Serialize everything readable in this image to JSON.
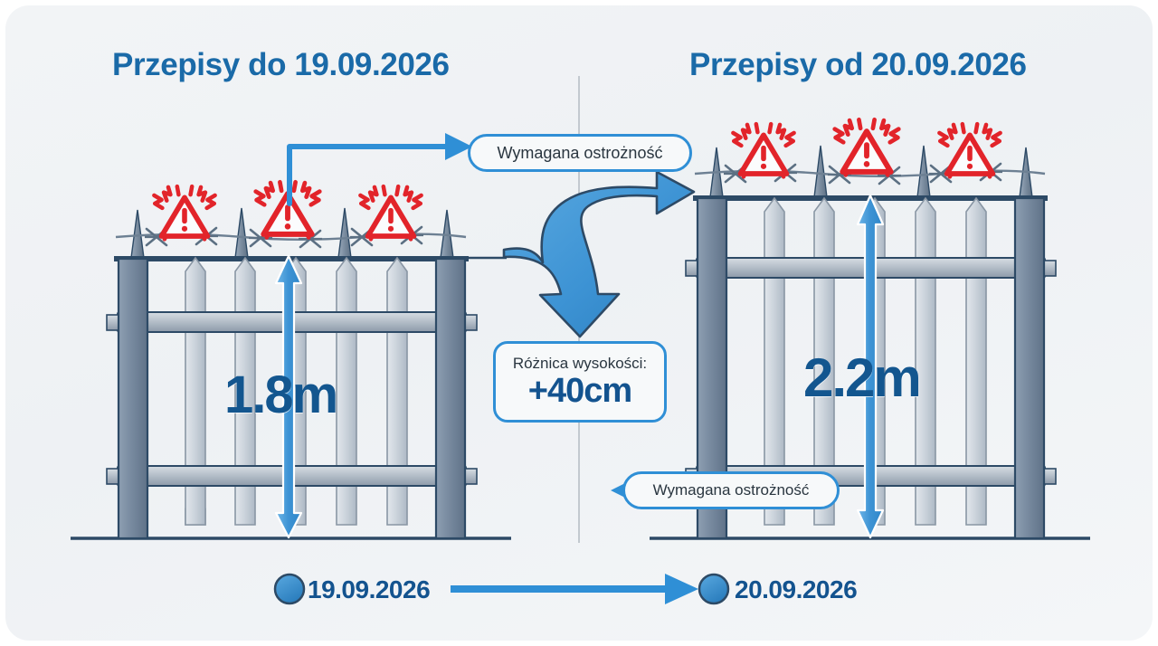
{
  "panels": {
    "left": {
      "title": "Przepisy do 19.09.2026",
      "height_label": "1.8m",
      "warning_icon_count": 3,
      "warning_icon": "warning-triangle-icon"
    },
    "right": {
      "title": "Przepisy od 20.09.2026",
      "height_label": "2.2m",
      "warning_icon_count": 3,
      "warning_icon": "warning-triangle-icon"
    }
  },
  "callouts": {
    "caution_top": "Wymagana ostrożność",
    "caution_right": "Wymagana ostrożność"
  },
  "difference": {
    "label": "Różnica wysokości:",
    "value": "+40cm"
  },
  "timeline": {
    "start": "19.09.2026",
    "end": "20.09.2026",
    "marker_icon": "circle-marker-icon",
    "arrow_icon": "arrow-right-icon"
  },
  "icons": {
    "curved_transition_arrow": "curved-arrow-icon",
    "measure_arrow_left": "double-headed-arrow-icon",
    "measure_arrow_right": "double-headed-arrow-icon",
    "barbed_wire": "barbed-wire-icon",
    "divider": "vertical-divider"
  },
  "colors": {
    "accent_blue": "#2f8fd6",
    "deep_blue": "#13538f",
    "title_blue": "#1a6aa8",
    "warning_red": "#e2242a",
    "metal_dark": "#6f8298",
    "metal_light": "#c6ced6",
    "outline": "#2d4a66",
    "card_bg": "#f1f3f6"
  }
}
